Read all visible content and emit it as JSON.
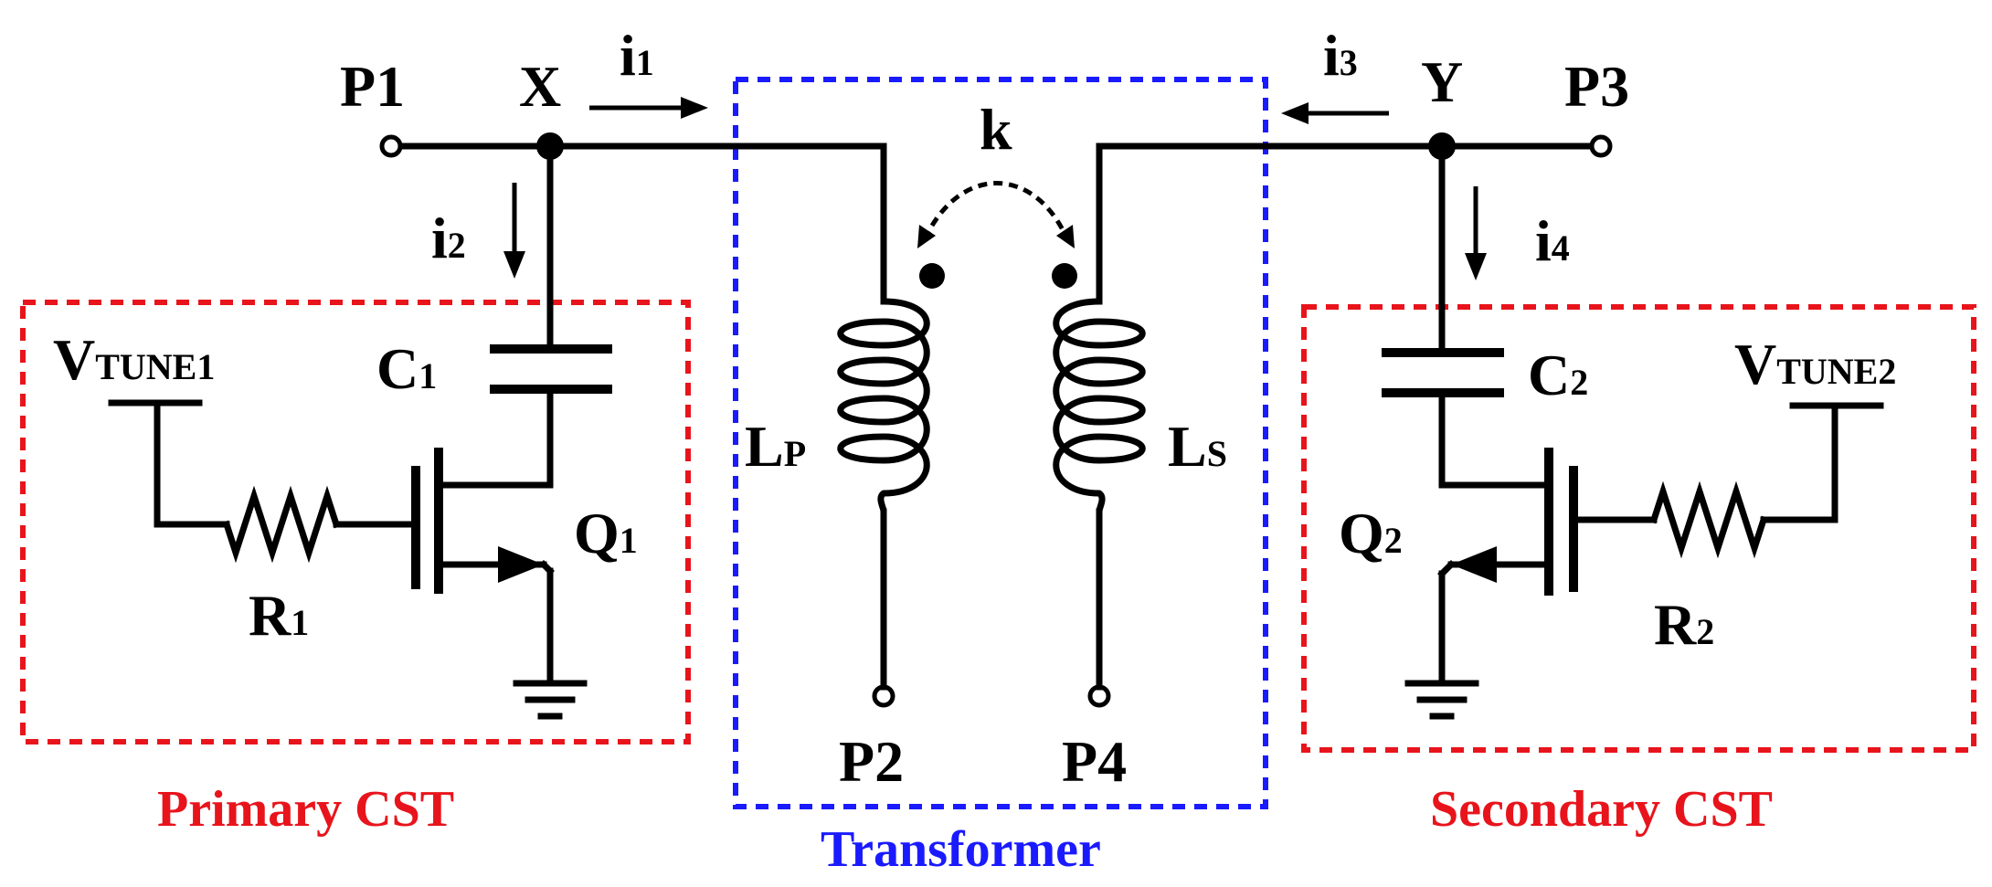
{
  "ports": {
    "p1": "P1",
    "p2": "P2",
    "p3": "P3",
    "p4": "P4"
  },
  "nodes": {
    "x": "X",
    "y": "Y"
  },
  "currents": {
    "i1": {
      "base": "i",
      "sub": "1"
    },
    "i2": {
      "base": "i",
      "sub": "2"
    },
    "i3": {
      "base": "i",
      "sub": "3"
    },
    "i4": {
      "base": "i",
      "sub": "4"
    }
  },
  "coupling": "k",
  "components": {
    "c1": {
      "base": "C",
      "sub": "1"
    },
    "c2": {
      "base": "C",
      "sub": "2"
    },
    "q1": {
      "base": "Q",
      "sub": "1"
    },
    "q2": {
      "base": "Q",
      "sub": "2"
    },
    "r1": {
      "base": "R",
      "sub": "1"
    },
    "r2": {
      "base": "R",
      "sub": "2"
    },
    "lp": {
      "base": "L",
      "sub": "P"
    },
    "ls": {
      "base": "L",
      "sub": "S"
    },
    "vtune1": {
      "base": "V",
      "sub": "TUNE1"
    },
    "vtune2": {
      "base": "V",
      "sub": "TUNE2"
    }
  },
  "blocks": {
    "primary": "Primary CST",
    "transformer": "Transformer",
    "secondary": "Secondary CST"
  },
  "colors": {
    "primary_box": "#e8141c",
    "secondary_box": "#e8141c",
    "transformer_box": "#1a1aff",
    "wire": "#000000"
  }
}
